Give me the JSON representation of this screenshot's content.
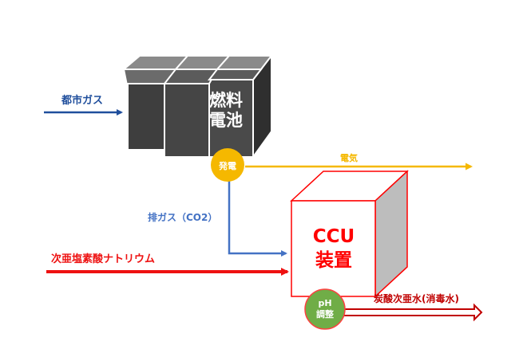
{
  "inputs": {
    "city_gas": "都市ガス",
    "sodium_chlorite": "次亜塩素酸ナトリウム"
  },
  "fuel_cell": {
    "line1": "燃料",
    "line2": "電池"
  },
  "generation_node": "発電",
  "electricity_label": "電気",
  "exhaust_label": "排ガス（CO2）",
  "ccu": {
    "line1": "CCU",
    "line2": "装置"
  },
  "ph_node": {
    "line1": "pH",
    "line2": "調整"
  },
  "output_label": "炭酸次亜水(消毒水)",
  "colors": {
    "gas_arrow": "#1f4e9c",
    "electricity": "#f5b800",
    "exhaust": "#4472c4",
    "chlorite": "#ee1111",
    "ccu_border": "#ff0000",
    "ph_node": "#70ad47",
    "output": "#c00000",
    "fuel_cell": "#4a4a4a"
  }
}
